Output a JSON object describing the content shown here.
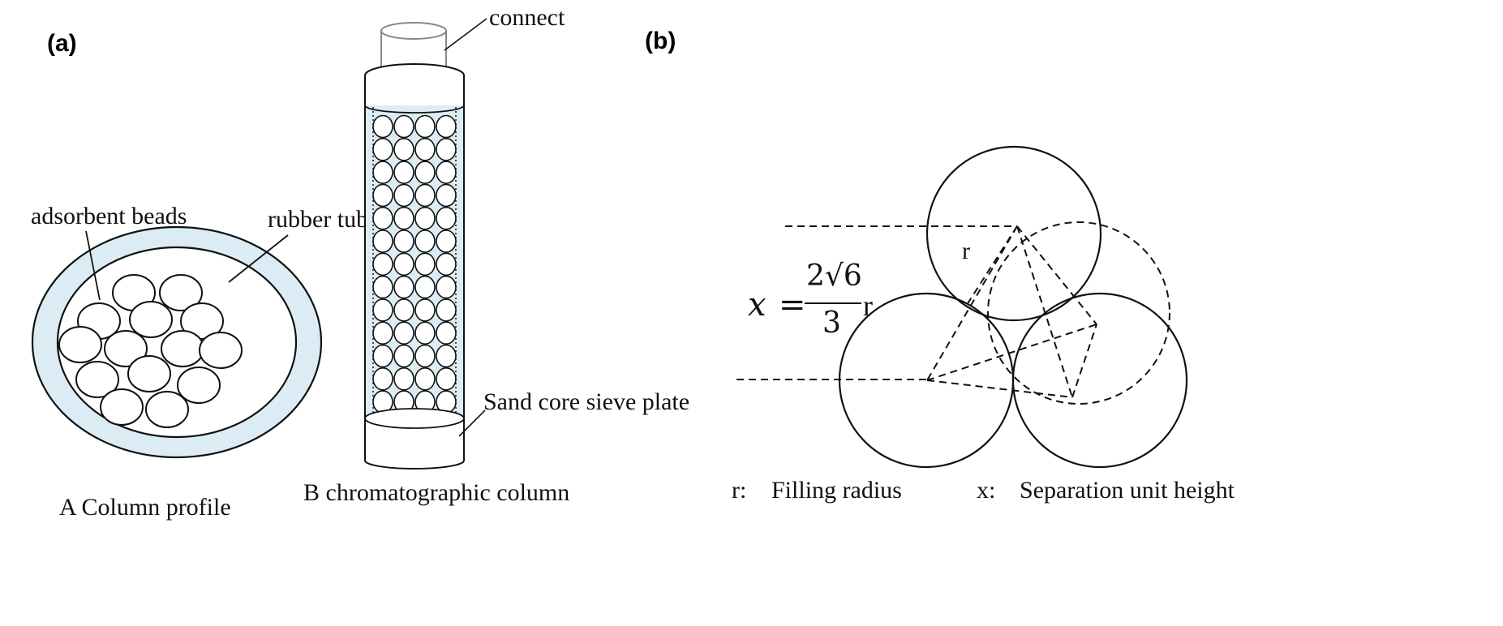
{
  "panel_a": {
    "label": "(a)",
    "profile": {
      "beads_label": "adsorbent beads",
      "tube_label": "rubber tube",
      "caption": "A Column profile"
    },
    "column": {
      "connect_label": "connect",
      "sieve_label": "Sand core sieve plate",
      "caption": "B chromatographic column",
      "bead_rows": 13,
      "bead_cols": 4
    }
  },
  "panel_b": {
    "label": "(b)",
    "r_label": "r",
    "formula": {
      "lhs": "x",
      "equals": "=",
      "numerator": "2√6",
      "denominator": "3",
      "suffix": "r"
    },
    "legend": [
      {
        "symbol": "r:",
        "text": "Filling radius"
      },
      {
        "symbol": "x:",
        "text": "Separation unit height"
      }
    ]
  },
  "colors": {
    "tube_fill": "#dcecf4",
    "line": "#111111",
    "connector": "#888888"
  }
}
